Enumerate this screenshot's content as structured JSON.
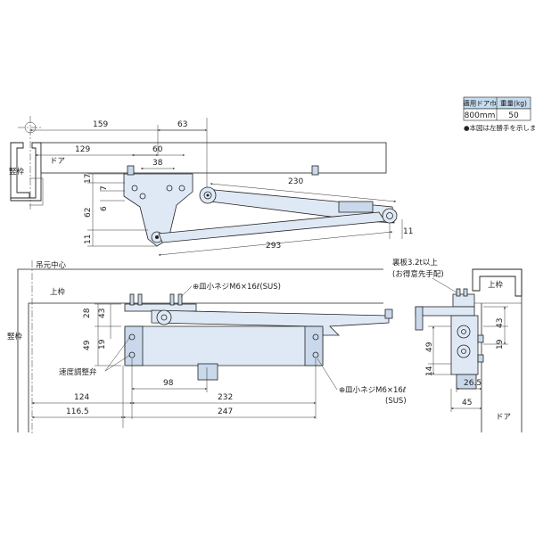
{
  "spec_table": {
    "headers": [
      "適用ドア巾",
      "重量(kg)"
    ],
    "row": [
      "800mm",
      "50"
    ],
    "note": "●本図は左勝手を示します。"
  },
  "top_view": {
    "frame_label": "竪枠",
    "door_label": "ドア",
    "dims": {
      "d159": "159",
      "d63": "63",
      "d129": "129",
      "d60": "60",
      "d38": "38",
      "d17": "17",
      "d7": "7",
      "d6": "6",
      "d62": "62",
      "d11_left": "11",
      "d230": "230",
      "d293": "293",
      "d11_right": "11"
    }
  },
  "front_view": {
    "hanging_center": "吊元中心",
    "top_frame": "上枠",
    "side_frame": "竪枠",
    "screw_top": "⊕皿小ネジM6×16ℓ(SUS)",
    "screw_bottom_1": "⊕皿小ネジM6×16ℓ",
    "screw_bottom_2": "(SUS)",
    "speed_valve": "速度調整弁",
    "dims": {
      "d28": "28",
      "d43": "43",
      "d49": "49",
      "d19": "19",
      "d98": "98",
      "d232": "232",
      "d124": "124",
      "d116_5": "116.5",
      "d247": "247"
    }
  },
  "side_view": {
    "backing_plate_1": "裏板3.2t以上",
    "backing_plate_2": "(お得意先手配)",
    "top_frame": "上枠",
    "door_label": "ドア",
    "dims": {
      "d43": "43",
      "d19": "19",
      "d49": "49",
      "d14": "14",
      "d26_5": "26.5",
      "d45": "45"
    }
  }
}
